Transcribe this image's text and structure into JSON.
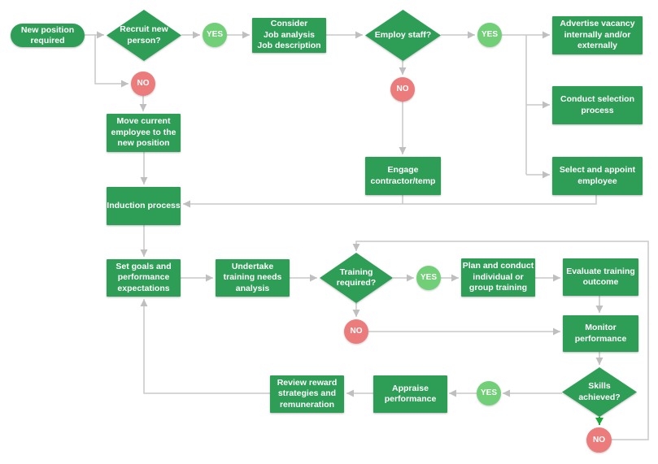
{
  "colors": {
    "shape_green": "#2E9E56",
    "yes_circle_green": "#71D077",
    "no_circle_red": "#EC7C7C",
    "connector_gray": "#C9C9C9",
    "highlight_arrow_green": "#1CA638",
    "text_white": "#FFFFFF"
  },
  "nodes": {
    "start": {
      "label": "New position\nrequired"
    },
    "recruit_decision": {
      "label": "Recruit new\nperson?"
    },
    "recruit_yes": {
      "label": "YES"
    },
    "recruit_no": {
      "label": "NO"
    },
    "consider": {
      "label": "Consider\nJob analysis\nJob description"
    },
    "employ_decision": {
      "label": "Employ staff?"
    },
    "employ_yes": {
      "label": "YES"
    },
    "employ_no": {
      "label": "NO"
    },
    "advertise": {
      "label": "Advertise vacancy\ninternally and/or\nexternally"
    },
    "conduct_selection": {
      "label": "Conduct selection\nprocess"
    },
    "select_appoint": {
      "label": "Select and appoint\nemployee"
    },
    "move_current": {
      "label": "Move current\nemployee to the\nnew position"
    },
    "engage_contractor": {
      "label": "Engage\ncontractor/temp"
    },
    "induction": {
      "label": "Induction process"
    },
    "set_goals": {
      "label": "Set goals and\nperformance\nexpectations"
    },
    "undertake_needs": {
      "label": "Undertake\ntraining needs\nanalysis"
    },
    "training_decision": {
      "label": "Training\nrequired?"
    },
    "training_yes": {
      "label": "YES"
    },
    "training_no": {
      "label": "NO"
    },
    "plan_conduct": {
      "label": "Plan and conduct\nindividual or\ngroup training"
    },
    "evaluate_training": {
      "label": "Evaluate training\noutcome"
    },
    "monitor_performance": {
      "label": "Monitor\nperformance"
    },
    "skills_decision": {
      "label": "Skills\nachieved?"
    },
    "skills_yes": {
      "label": "YES"
    },
    "skills_no": {
      "label": "NO"
    },
    "appraise": {
      "label": "Appraise\nperformance"
    },
    "review_reward": {
      "label": "Review reward\nstrategies and\nremuneration"
    }
  }
}
